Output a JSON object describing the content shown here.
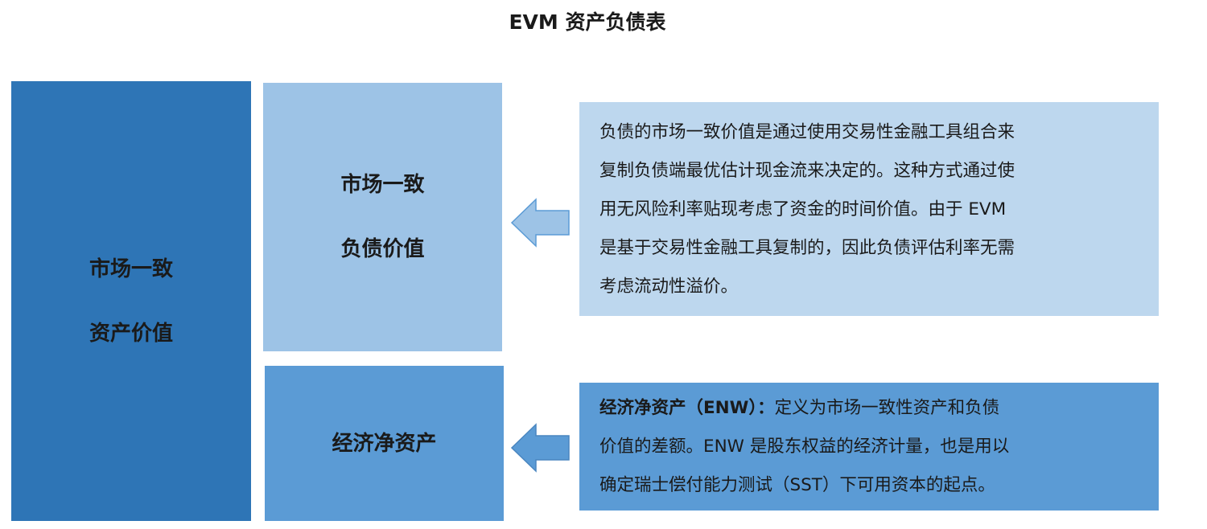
{
  "title": "EVM 资产负债表",
  "assets_box": {
    "line1": "市场一致",
    "line2": "资产价值"
  },
  "liabilities_box": {
    "line1": "市场一致",
    "line2": "负债价值"
  },
  "enw_box": {
    "label": "经济净资产"
  },
  "liabilities_desc": {
    "lines": [
      "负债的市场一致价值是通过使用交易性金融工具组合来",
      "复制负债端最优估计现金流来决定的。这种方式通过使",
      "用无风险利率贴现考虑了资金的时间价值。由于 EVM",
      "是基于交易性金融工具复制的，因此负债评估利率无需",
      "考虑流动性溢价。"
    ]
  },
  "enw_desc": {
    "term": "经济净资产（ENW）：",
    "line1_rest": "定义为市场一致性资产和负债",
    "line2": "价值的差额。ENW 是股东权益的经济计量，也是用以",
    "line3": "确定瑞士偿付能力测试（SST）下可用资本的起点。"
  },
  "colors": {
    "dark_blue": "#2e75b6",
    "mid_blue": "#5b9bd5",
    "light_blue": "#9dc3e6",
    "pale_blue": "#bdd7ee"
  }
}
